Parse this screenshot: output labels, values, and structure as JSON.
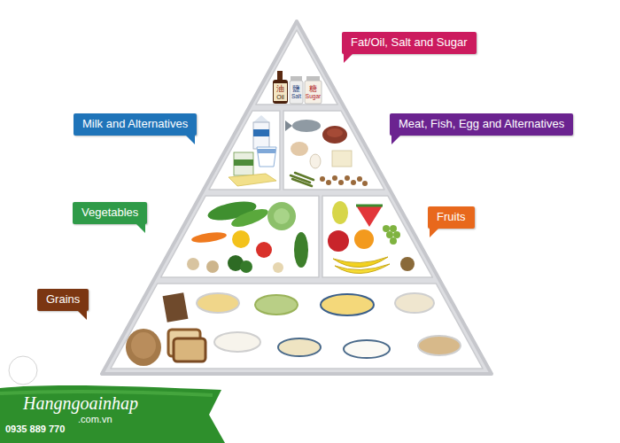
{
  "diagram": {
    "nodes": [
      {
        "text": [
          "Fat/Oil, Salt and Sugar"
        ]
      },
      {
        "text": [
          "Milk and Alternatives"
        ]
      },
      {
        "text": [
          "Meat, Fish, Egg and Alternatives"
        ]
      },
      {
        "text": [
          "Vegetables"
        ]
      },
      {
        "text": [
          "Fruits"
        ]
      },
      {
        "text": [
          "Grains"
        ]
      }
    ],
    "labels": [
      "油",
      "Oil",
      "鹽",
      "Salt",
      "糖",
      "Sugar",
      "Hangngoainhap",
      ".com.vn",
      "0935 889 770"
    ]
  }
}
